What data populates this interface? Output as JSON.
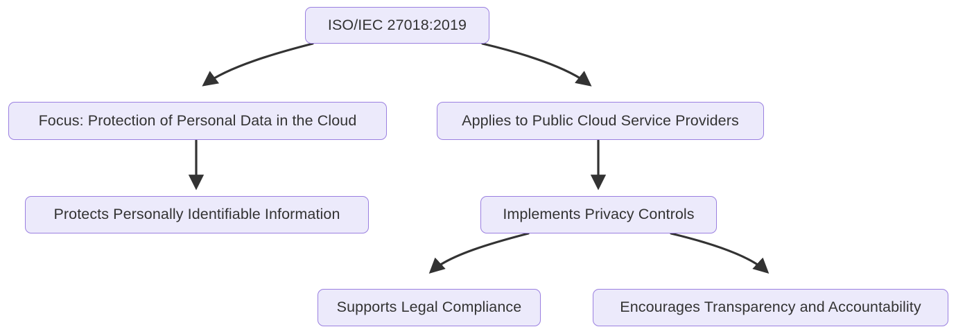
{
  "diagram": {
    "title": "ISO/IEC 27018:2019 flowchart",
    "type": "flowchart",
    "direction": "top-down",
    "colors": {
      "node_fill": "#ECEAFB",
      "node_border": "#9A7FE0",
      "node_text": "#333333",
      "edge_stroke": "#333333",
      "background": "#FFFFFF"
    },
    "nodes": [
      {
        "id": "root",
        "label": "ISO/IEC 27018:2019"
      },
      {
        "id": "focus",
        "label": "Focus: Protection of Personal Data in the Cloud"
      },
      {
        "id": "applies",
        "label": "Applies to Public Cloud Service Providers"
      },
      {
        "id": "protects",
        "label": "Protects Personally Identifiable Information"
      },
      {
        "id": "implements",
        "label": "Implements Privacy Controls"
      },
      {
        "id": "supports",
        "label": "Supports Legal Compliance"
      },
      {
        "id": "encourages",
        "label": "Encourages Transparency and Accountability"
      }
    ],
    "edges": [
      {
        "from": "root",
        "to": "focus",
        "label": ""
      },
      {
        "from": "root",
        "to": "applies",
        "label": ""
      },
      {
        "from": "focus",
        "to": "protects",
        "label": ""
      },
      {
        "from": "applies",
        "to": "implements",
        "label": ""
      },
      {
        "from": "implements",
        "to": "supports",
        "label": ""
      },
      {
        "from": "implements",
        "to": "encourages",
        "label": ""
      }
    ]
  }
}
